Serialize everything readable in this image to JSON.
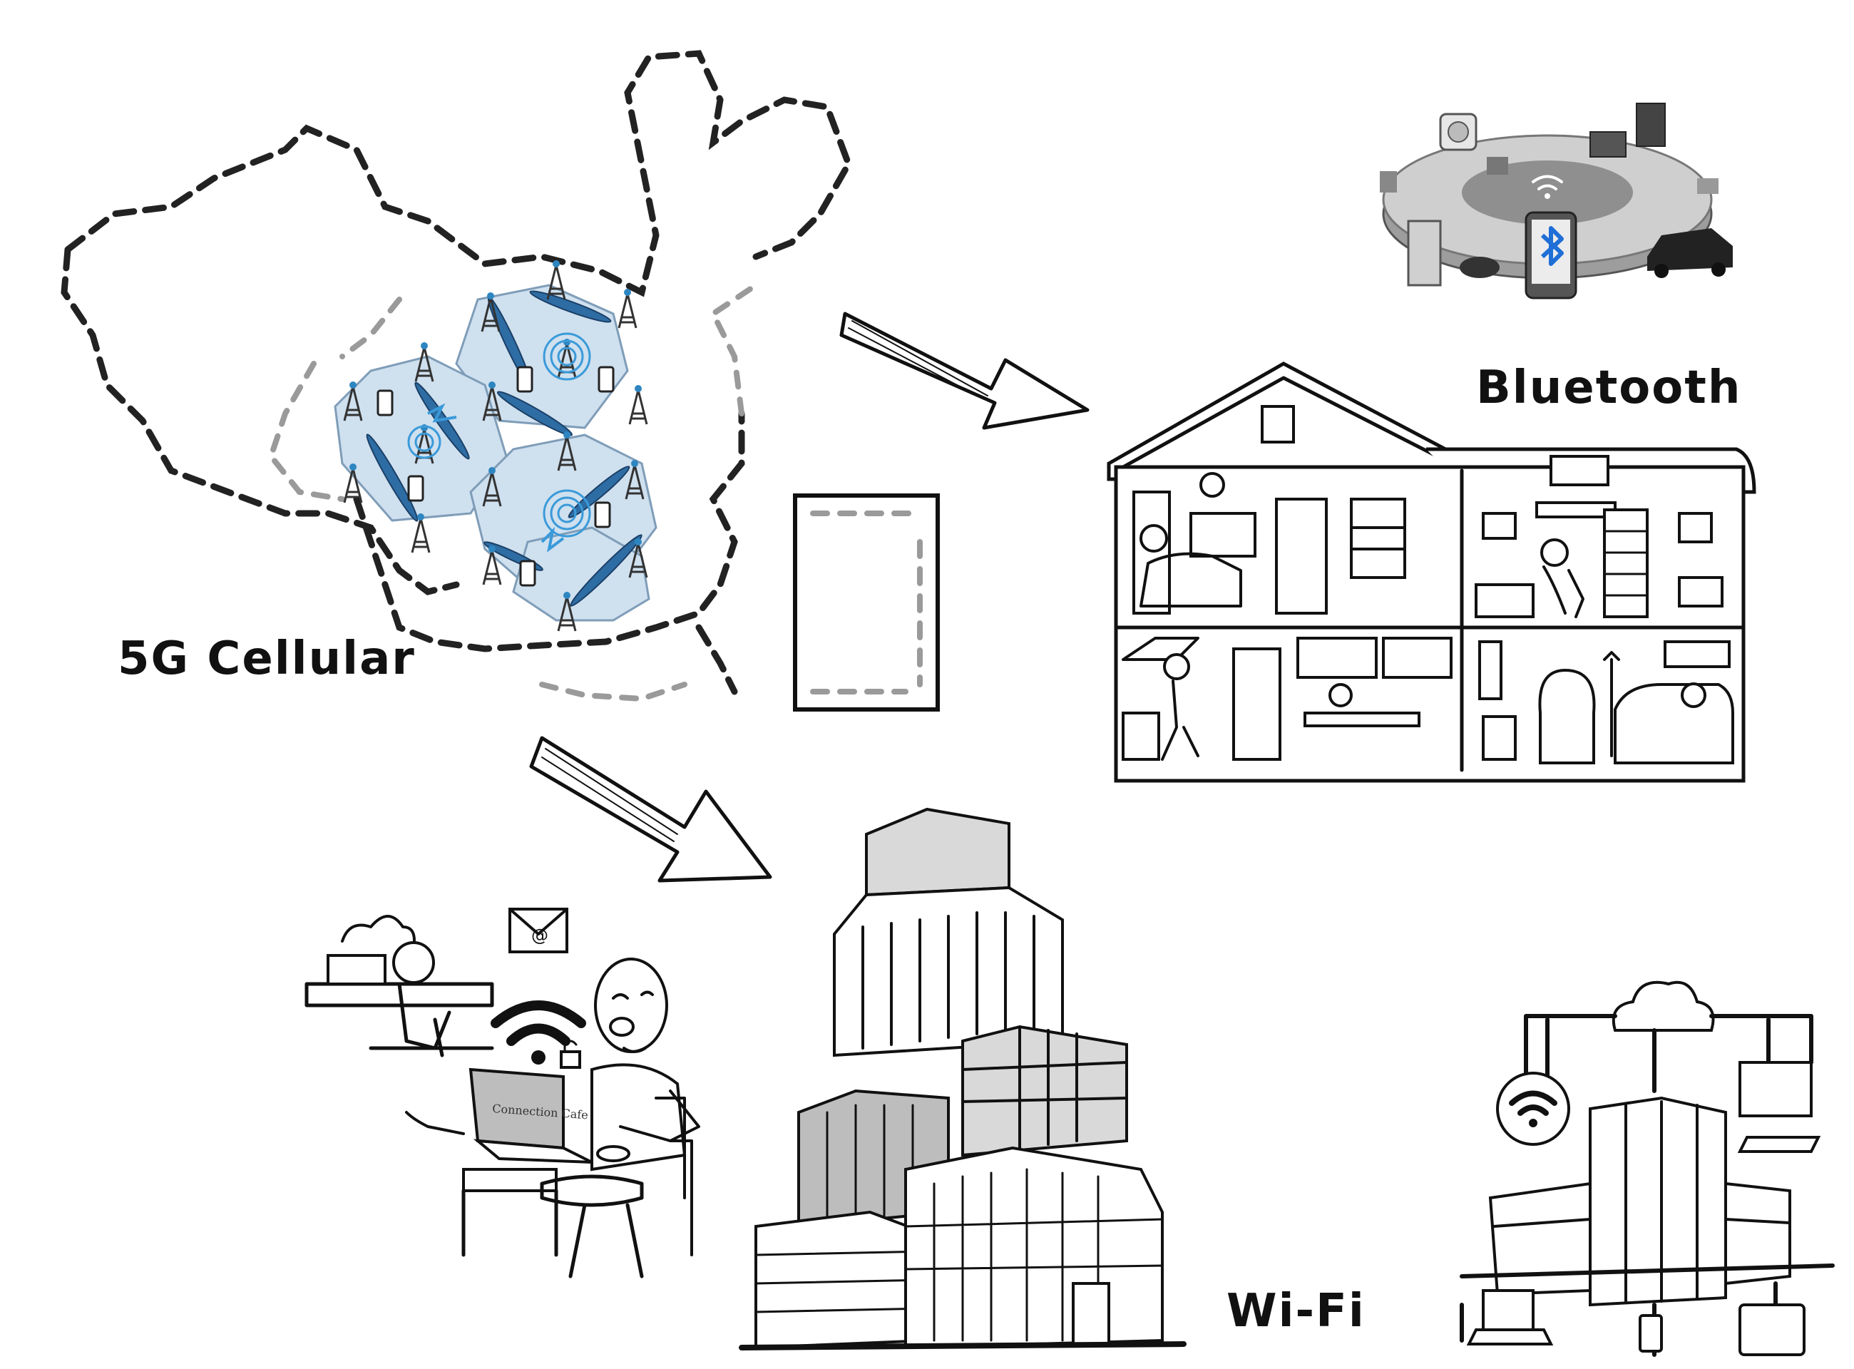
{
  "labels": {
    "cellular": "5G Cellular",
    "bluetooth": "Bluetooth",
    "wifi": "Wi-Fi"
  },
  "cafe_laptop_text": "Connection Cafe",
  "colors": {
    "hex_cell_fill": "#cfe0ef",
    "beam_blue": "#2e6da4",
    "bluetooth_blue": "#1f6fd6",
    "ink": "#111111"
  },
  "icons": {
    "map": "map-outline-icon",
    "cell_tower": "cell-tower-icon",
    "phone": "mobile-phone-icon",
    "arrow": "sketch-arrow-icon",
    "bluetooth": "bluetooth-icon",
    "wifi": "wifi-icon",
    "cloud": "cloud-icon",
    "email": "email-icon",
    "padlock": "padlock-icon"
  }
}
